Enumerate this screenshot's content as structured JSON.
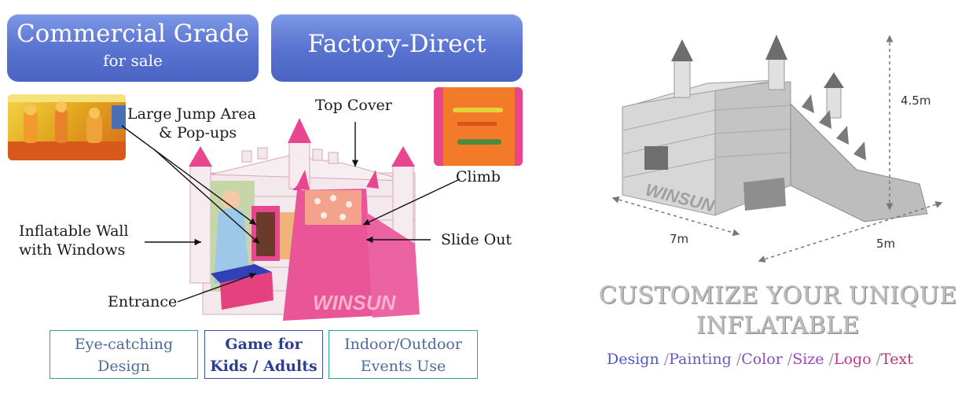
{
  "banners": {
    "commercial": {
      "title": "Commercial Grade",
      "subtitle": "for sale"
    },
    "factory": {
      "title": "Factory-Direct"
    }
  },
  "callouts": {
    "jump_area": [
      "Large Jump Area",
      "& Pop-ups"
    ],
    "top_cover": "Top Cover",
    "climb": "Climb",
    "wall": [
      "Inflatable Wall",
      "with Windows"
    ],
    "slide": "Slide Out",
    "entrance": "Entrance"
  },
  "features": [
    {
      "line1": "Eye-catching",
      "line2": "Design"
    },
    {
      "line1": "Game for",
      "line2": "Kids / Adults"
    },
    {
      "line1": "Indoor/Outdoor",
      "line2": "Events Use"
    }
  ],
  "dimensions": {
    "height": "4.5m",
    "length": "7m",
    "width": "5m"
  },
  "watermark": "WINSUN",
  "headline": [
    "CUSTOMIZE YOUR UNIQUE",
    "INFLATABLE"
  ],
  "tags": [
    {
      "label": "Design",
      "color": "#4a59c4"
    },
    {
      "label": "Painting",
      "color": "#6f55c0"
    },
    {
      "label": "Color",
      "color": "#8a4bbf"
    },
    {
      "label": "Size",
      "color": "#9a46b8"
    },
    {
      "label": "Logo",
      "color": "#c23a8f"
    },
    {
      "label": "Text",
      "color": "#b33a6d"
    }
  ],
  "colors": {
    "banner": "#5a74d1",
    "feature_border": "#2aa198",
    "castle_pink": "#e8478f"
  }
}
